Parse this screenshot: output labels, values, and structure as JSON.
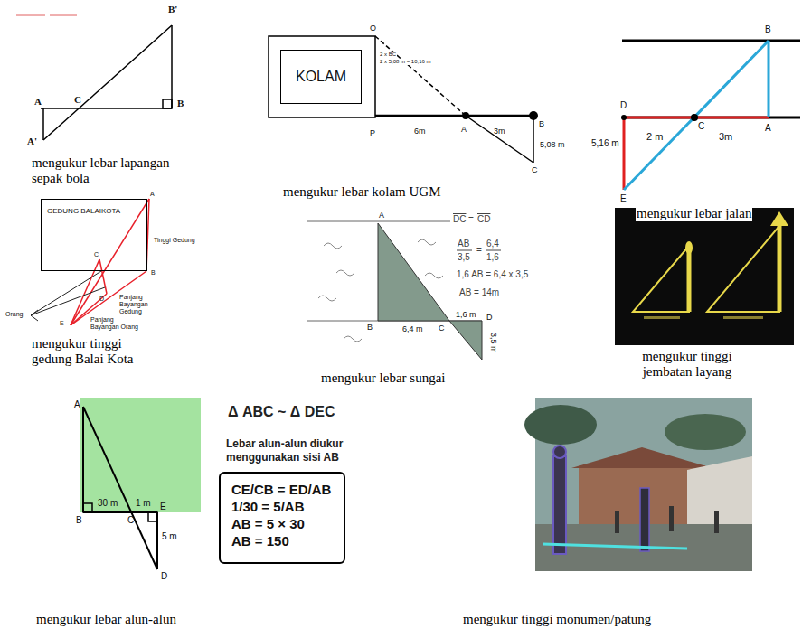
{
  "diagram": {
    "nodes": [
      {
        "text": [
          "KOLAM"
        ]
      },
      {
        "text": [
          "GEDUNG BALAIKOTA"
        ]
      },
      {
        "text": [
          "CE/CB = ED/AB",
          "1/30 = 5/AB",
          "AB = 5 × 30",
          "AB = 150"
        ]
      }
    ],
    "labels": [
      "B'",
      "A",
      "C",
      "B",
      "A'",
      "mengukur lebar lapangan sepak bola",
      "O",
      "2 x BC",
      "2 x 5,08 m = 10,16 m",
      "P",
      "6m",
      "A",
      "3m",
      "B",
      "5,08 m",
      "C",
      "mengukur lebar kolam UGM",
      "B",
      "D",
      "C",
      "A",
      "2 m",
      "3m",
      "5,16 m",
      "E",
      "mengukur lebar jalan",
      "A",
      "Tinggi Gedung",
      "C",
      "B",
      "Orang",
      "D",
      "Panjang Bayangan Gedung",
      "Panjang Bayangan Orang",
      "E",
      "mengukur tinggi gedung Balai Kota",
      "A",
      "B",
      "6,4 m",
      "C",
      "1,6 m",
      "D",
      "3,5 m",
      "DC",
      "=",
      "CD",
      "AB",
      "3,5",
      "=",
      "6,4",
      "1,6",
      "1,6 AB = 6,4 x 3,5",
      "AB = 14m",
      "mengukur lebar sungai",
      "mengukur tinggi jembatan layang",
      "A",
      "Δ ABC ~ Δ DEC",
      "Lebar alun-alun diukur menggunakan sisi AB",
      "30 m",
      "1 m",
      "E",
      "B",
      "C",
      "5 m",
      "D",
      "mengukur lebar alun-alun",
      "mengukur tinggi monumen/patung"
    ]
  }
}
